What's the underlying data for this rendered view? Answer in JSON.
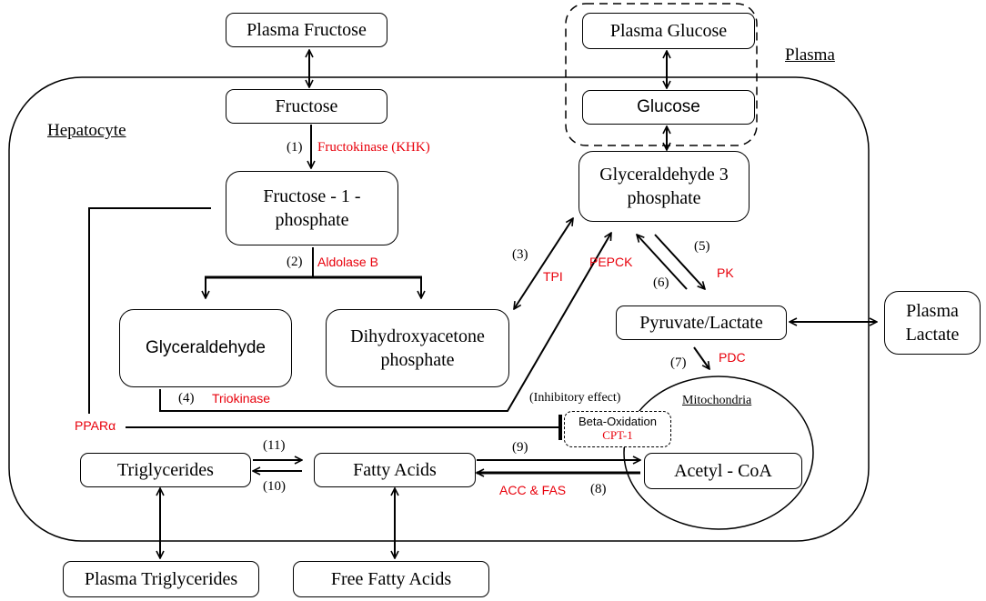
{
  "compartments": {
    "plasma": "Plasma",
    "hepatocyte": "Hepatocyte",
    "mitochondria": "Mitochondria"
  },
  "nodes": {
    "plasma_fructose": "Plasma Fructose",
    "fructose": "Fructose",
    "fructose_1_phosphate": "Fructose - 1 - phosphate",
    "glyceraldehyde": "Glyceraldehyde",
    "dihydroxyacetone_phosphate": "Dihydroxyacetone phosphate",
    "plasma_glucose": "Plasma Glucose",
    "glucose": "Glucose",
    "glyceraldehyde_3_phosphate": "Glyceraldehyde 3 phosphate",
    "pyruvate_lactate": "Pyruvate/Lactate",
    "plasma_lactate": "Plasma Lactate",
    "triglycerides": "Triglycerides",
    "fatty_acids": "Fatty Acids",
    "acetyl_coa": "Acetyl - CoA",
    "plasma_triglycerides": "Plasma Triglycerides",
    "free_fatty_acids": "Free Fatty Acids",
    "beta_oxidation": "Beta-Oxidation",
    "cpt1": "CPT-1"
  },
  "steps": {
    "s1": "(1)",
    "s2": "(2)",
    "s3": "(3)",
    "s4": "(4)",
    "s5": "(5)",
    "s6": "(6)",
    "s7": "(7)",
    "s8": "(8)",
    "s9": "(9)",
    "s10": "(10)",
    "s11": "(11)"
  },
  "enzymes": {
    "fructokinase": "Fructokinase (KHK)",
    "aldolase_b": "Aldolase B",
    "tpi": "TPI",
    "triokinase": "Triokinase",
    "pepck": "PEPCK",
    "pk": "PK",
    "pdc": "PDC",
    "acc_fas": "ACC & FAS",
    "ppara": "PPARα"
  },
  "annotations": {
    "inhibitory": "(Inhibitory effect)"
  },
  "colors": {
    "enzyme": "#e8000b",
    "line": "#000000"
  }
}
